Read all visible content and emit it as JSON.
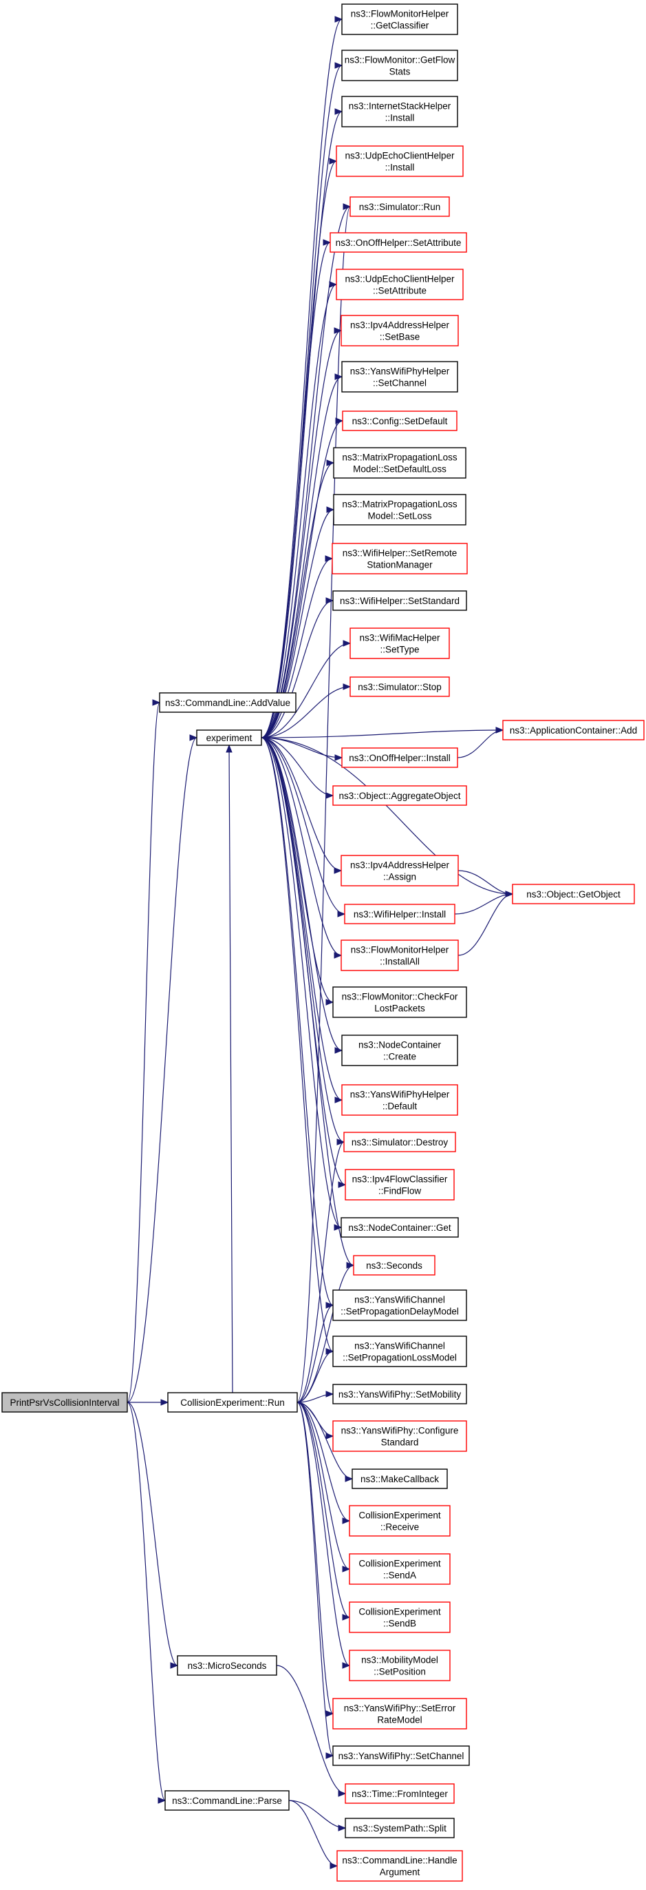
{
  "graph": {
    "nodes": [
      {
        "id": "root",
        "lines": [
          "PrintPsrVsCollisionInterval"
        ],
        "style": "root"
      },
      {
        "id": "addvalue",
        "lines": [
          "ns3::CommandLine::AddValue"
        ],
        "style": "black"
      },
      {
        "id": "experiment",
        "lines": [
          "experiment"
        ],
        "style": "black"
      },
      {
        "id": "collrun",
        "lines": [
          "CollisionExperiment::Run"
        ],
        "style": "black"
      },
      {
        "id": "microseconds",
        "lines": [
          "ns3::MicroSeconds"
        ],
        "style": "black"
      },
      {
        "id": "parse",
        "lines": [
          "ns3::CommandLine::Parse"
        ],
        "style": "black"
      },
      {
        "id": "getclassifier",
        "lines": [
          "ns3::FlowMonitorHelper",
          "::GetClassifier"
        ],
        "style": "black"
      },
      {
        "id": "getflowstats",
        "lines": [
          "ns3::FlowMonitor::GetFlow",
          "Stats"
        ],
        "style": "black"
      },
      {
        "id": "internetinstall",
        "lines": [
          "ns3::InternetStackHelper",
          "::Install"
        ],
        "style": "black"
      },
      {
        "id": "udpinstall",
        "lines": [
          "ns3::UdpEchoClientHelper",
          "::Install"
        ],
        "style": "red"
      },
      {
        "id": "simrun",
        "lines": [
          "ns3::Simulator::Run"
        ],
        "style": "red"
      },
      {
        "id": "onoffsetattr",
        "lines": [
          "ns3::OnOffHelper::SetAttribute"
        ],
        "style": "red"
      },
      {
        "id": "udpsetattr",
        "lines": [
          "ns3::UdpEchoClientHelper",
          "::SetAttribute"
        ],
        "style": "red"
      },
      {
        "id": "ipv4setbase",
        "lines": [
          "ns3::Ipv4AddressHelper",
          "::SetBase"
        ],
        "style": "red"
      },
      {
        "id": "yanssetchannel",
        "lines": [
          "ns3::YansWifiPhyHelper",
          "::SetChannel"
        ],
        "style": "black"
      },
      {
        "id": "configsetdefault",
        "lines": [
          "ns3::Config::SetDefault"
        ],
        "style": "red"
      },
      {
        "id": "matrixdefaultloss",
        "lines": [
          "ns3::MatrixPropagationLoss",
          "Model::SetDefaultLoss"
        ],
        "style": "black"
      },
      {
        "id": "matrixsetloss",
        "lines": [
          "ns3::MatrixPropagationLoss",
          "Model::SetLoss"
        ],
        "style": "black"
      },
      {
        "id": "wifisetremote",
        "lines": [
          "ns3::WifiHelper::SetRemote",
          "StationManager"
        ],
        "style": "red"
      },
      {
        "id": "wifisetstandard",
        "lines": [
          "ns3::WifiHelper::SetStandard"
        ],
        "style": "black"
      },
      {
        "id": "wifimacsettype",
        "lines": [
          "ns3::WifiMacHelper",
          "::SetType"
        ],
        "style": "red"
      },
      {
        "id": "simstop",
        "lines": [
          "ns3::Simulator::Stop"
        ],
        "style": "red"
      },
      {
        "id": "onoffinstall",
        "lines": [
          "ns3::OnOffHelper::Install"
        ],
        "style": "red"
      },
      {
        "id": "aggregate",
        "lines": [
          "ns3::Object::AggregateObject"
        ],
        "style": "red"
      },
      {
        "id": "ipv4assign",
        "lines": [
          "ns3::Ipv4AddressHelper",
          "::Assign"
        ],
        "style": "red"
      },
      {
        "id": "wifiinstall",
        "lines": [
          "ns3::WifiHelper::Install"
        ],
        "style": "red"
      },
      {
        "id": "flowinstallall",
        "lines": [
          "ns3::FlowMonitorHelper",
          "::InstallAll"
        ],
        "style": "red"
      },
      {
        "id": "checklost",
        "lines": [
          "ns3::FlowMonitor::CheckFor",
          "LostPackets"
        ],
        "style": "black"
      },
      {
        "id": "nodecreate",
        "lines": [
          "ns3::NodeContainer",
          "::Create"
        ],
        "style": "black"
      },
      {
        "id": "yansdefault",
        "lines": [
          "ns3::YansWifiPhyHelper",
          "::Default"
        ],
        "style": "red"
      },
      {
        "id": "simdestroy",
        "lines": [
          "ns3::Simulator::Destroy"
        ],
        "style": "red"
      },
      {
        "id": "findflow",
        "lines": [
          "ns3::Ipv4FlowClassifier",
          "::FindFlow"
        ],
        "style": "red"
      },
      {
        "id": "nodeget",
        "lines": [
          "ns3::NodeContainer::Get"
        ],
        "style": "black"
      },
      {
        "id": "seconds",
        "lines": [
          "ns3::Seconds"
        ],
        "style": "red"
      },
      {
        "id": "setpropdelay",
        "lines": [
          "ns3::YansWifiChannel",
          "::SetPropagationDelayModel"
        ],
        "style": "black"
      },
      {
        "id": "setproploss",
        "lines": [
          "ns3::YansWifiChannel",
          "::SetPropagationLossModel"
        ],
        "style": "black"
      },
      {
        "id": "setmobility",
        "lines": [
          "ns3::YansWifiPhy::SetMobility"
        ],
        "style": "black"
      },
      {
        "id": "configstandard",
        "lines": [
          "ns3::YansWifiPhy::Configure",
          "Standard"
        ],
        "style": "red"
      },
      {
        "id": "makecallback",
        "lines": [
          "ns3::MakeCallback"
        ],
        "style": "black"
      },
      {
        "id": "receive",
        "lines": [
          "CollisionExperiment",
          "::Receive"
        ],
        "style": "red"
      },
      {
        "id": "senda",
        "lines": [
          "CollisionExperiment",
          "::SendA"
        ],
        "style": "red"
      },
      {
        "id": "sendb",
        "lines": [
          "CollisionExperiment",
          "::SendB"
        ],
        "style": "red"
      },
      {
        "id": "setposition",
        "lines": [
          "ns3::MobilityModel",
          "::SetPosition"
        ],
        "style": "red"
      },
      {
        "id": "seterrorrate",
        "lines": [
          "ns3::YansWifiPhy::SetError",
          "RateModel"
        ],
        "style": "red"
      },
      {
        "id": "physetchannel",
        "lines": [
          "ns3::YansWifiPhy::SetChannel"
        ],
        "style": "black"
      },
      {
        "id": "frominteger",
        "lines": [
          "ns3::Time::FromInteger"
        ],
        "style": "red"
      },
      {
        "id": "split",
        "lines": [
          "ns3::SystemPath::Split"
        ],
        "style": "black"
      },
      {
        "id": "handleargument",
        "lines": [
          "ns3::CommandLine::Handle",
          "Argument"
        ],
        "style": "red"
      },
      {
        "id": "appadd",
        "lines": [
          "ns3::ApplicationContainer::Add"
        ],
        "style": "red"
      },
      {
        "id": "getobject",
        "lines": [
          "ns3::Object::GetObject"
        ],
        "style": "red"
      }
    ],
    "edges": [
      [
        "root",
        "addvalue"
      ],
      [
        "root",
        "experiment"
      ],
      [
        "root",
        "collrun"
      ],
      [
        "root",
        "microseconds"
      ],
      [
        "root",
        "parse"
      ],
      [
        "experiment",
        "getclassifier"
      ],
      [
        "experiment",
        "getflowstats"
      ],
      [
        "experiment",
        "internetinstall"
      ],
      [
        "experiment",
        "udpinstall"
      ],
      [
        "experiment",
        "simrun"
      ],
      [
        "experiment",
        "onoffsetattr"
      ],
      [
        "experiment",
        "udpsetattr"
      ],
      [
        "experiment",
        "ipv4setbase"
      ],
      [
        "experiment",
        "yanssetchannel"
      ],
      [
        "experiment",
        "configsetdefault"
      ],
      [
        "experiment",
        "matrixdefaultloss"
      ],
      [
        "experiment",
        "matrixsetloss"
      ],
      [
        "experiment",
        "wifisetremote"
      ],
      [
        "experiment",
        "wifisetstandard"
      ],
      [
        "experiment",
        "wifimacsettype"
      ],
      [
        "experiment",
        "simstop"
      ],
      [
        "experiment",
        "appadd"
      ],
      [
        "experiment",
        "onoffinstall"
      ],
      [
        "experiment",
        "aggregate"
      ],
      [
        "experiment",
        "getobject"
      ],
      [
        "experiment",
        "ipv4assign"
      ],
      [
        "experiment",
        "wifiinstall"
      ],
      [
        "experiment",
        "flowinstallall"
      ],
      [
        "experiment",
        "checklost"
      ],
      [
        "experiment",
        "nodecreate"
      ],
      [
        "experiment",
        "yansdefault"
      ],
      [
        "experiment",
        "simdestroy"
      ],
      [
        "experiment",
        "findflow"
      ],
      [
        "experiment",
        "nodeget"
      ],
      [
        "experiment",
        "seconds"
      ],
      [
        "experiment",
        "setpropdelay"
      ],
      [
        "experiment",
        "setproploss"
      ],
      [
        "onoffinstall",
        "appadd"
      ],
      [
        "ipv4assign",
        "getobject"
      ],
      [
        "wifiinstall",
        "getobject"
      ],
      [
        "flowinstallall",
        "getobject"
      ],
      [
        "collrun",
        "experiment"
      ],
      [
        "collrun",
        "seconds"
      ],
      [
        "collrun",
        "setpropdelay"
      ],
      [
        "collrun",
        "setproploss"
      ],
      [
        "collrun",
        "setmobility"
      ],
      [
        "collrun",
        "configstandard"
      ],
      [
        "collrun",
        "makecallback"
      ],
      [
        "collrun",
        "receive"
      ],
      [
        "collrun",
        "senda"
      ],
      [
        "collrun",
        "sendb"
      ],
      [
        "collrun",
        "setposition"
      ],
      [
        "collrun",
        "seterrorrate"
      ],
      [
        "collrun",
        "physetchannel"
      ],
      [
        "collrun",
        "simrun"
      ],
      [
        "collrun",
        "simdestroy"
      ],
      [
        "microseconds",
        "frominteger"
      ],
      [
        "parse",
        "split"
      ],
      [
        "parse",
        "handleargument"
      ]
    ]
  }
}
